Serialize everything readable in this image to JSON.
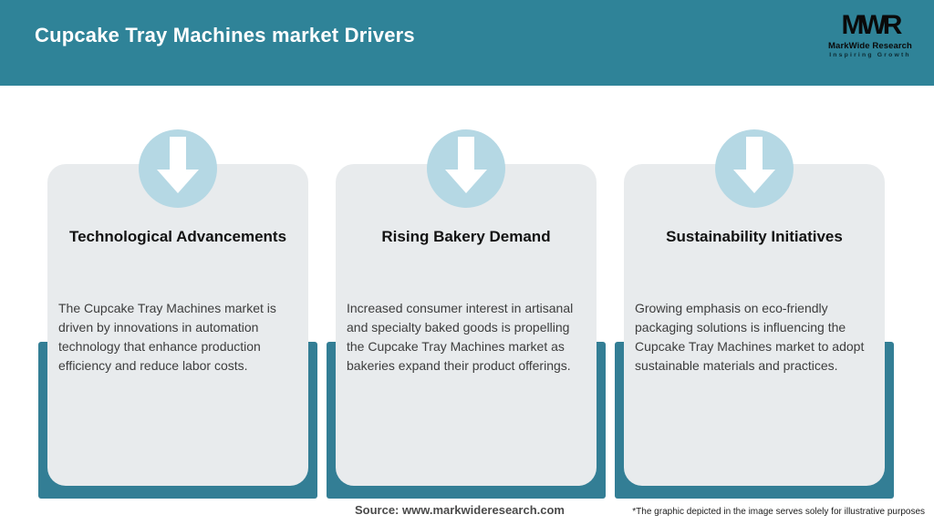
{
  "header": {
    "title": "Cupcake Tray Machines market Drivers",
    "logo": {
      "monogram": "MWR",
      "name": "MarkWide Research",
      "tagline": "Inspiring Growth"
    }
  },
  "cards": [
    {
      "icon": "arrow-down-icon",
      "title": "Technological Advancements",
      "body": "The Cupcake Tray Machines market is driven by innovations in automation technology that enhance production efficiency and reduce labor costs."
    },
    {
      "icon": "arrow-down-icon",
      "title": "Rising Bakery Demand",
      "body": "Increased consumer interest in artisanal and specialty baked goods is propelling the Cupcake Tray Machines market as bakeries expand their product offerings."
    },
    {
      "icon": "arrow-down-icon",
      "title": "Sustainability Initiatives",
      "body": "Growing emphasis on eco-friendly packaging solutions is influencing the Cupcake Tray Machines market to adopt sustainable materials and practices."
    }
  ],
  "footer": {
    "source": "Source: www.markwideresearch.com",
    "disclaimer": "*The graphic depicted in the image serves solely for illustrative purposes"
  },
  "colors": {
    "header_teal": "#2F8398",
    "band_teal": "#337E95",
    "card_bg": "#E8EBED",
    "circle_blue": "#B5D8E4",
    "arrow_white": "#FFFFFF",
    "title_text": "#121212",
    "body_text": "#3D3D3D",
    "header_text": "#FFFFFF"
  }
}
